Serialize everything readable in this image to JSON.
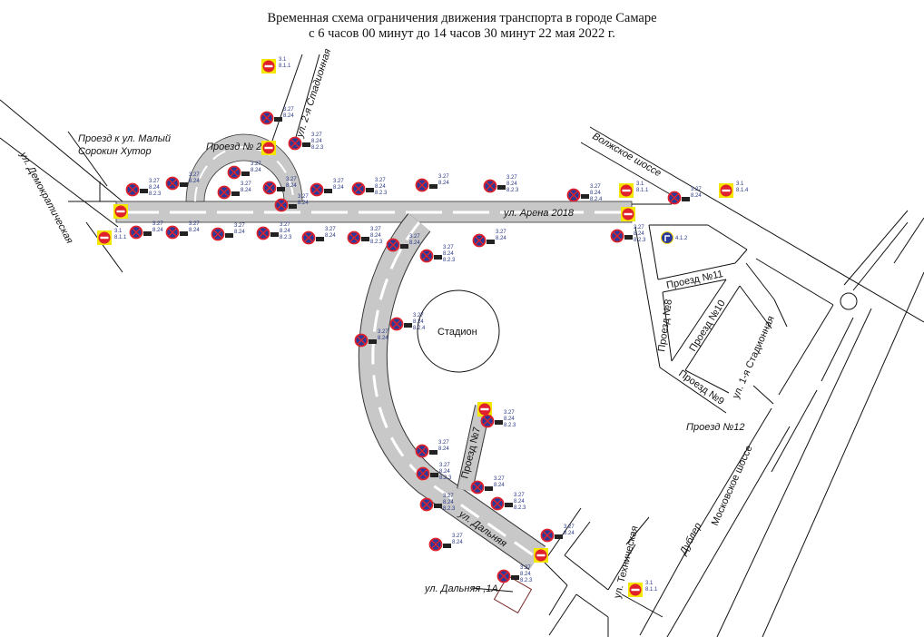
{
  "title": {
    "line1": "Временная схема ограничения движения транспорта в городе Самаре",
    "line2": "с 6 часов 00 минут до 14 часов 30 минут 22 мая 2022 г."
  },
  "streets": {
    "demokraticheskaya": "ул. Демократическая",
    "proezd_maly_1": "Проезд к ул. Малый",
    "proezd_maly_2": "Сорокин Хутор",
    "proezd2": "Проезд № 2",
    "stadionnaya2": "ул. 2-я Стадионная",
    "arena": "ул. Арена 2018",
    "volzhskoe": "Волжское шоссе",
    "stadium": "Стадион",
    "proezd11": "Проезд №11",
    "proezd10": "Проезд №10",
    "proezd8": "Проезд №8",
    "proezd9": "Проезд №9",
    "stadionnaya1": "ул. 1-я Стадионная",
    "proezd12": "Проезд №12",
    "proezd7": "Проезд №7",
    "dalnyaya": "ул. Дальняя",
    "dalnyaya1a": "ул. Дальняя ,1А",
    "tekhnicheskaya": "ул. Техническая",
    "dubler": "Дублер",
    "moskovskoe": "Московское шоссе"
  },
  "sign_codes": {
    "no_stopping": "3.27",
    "no_entry": "3.1",
    "zone": "8.24",
    "direction_both": "8.2.3",
    "direction_left": "8.2.4",
    "distance": "8.1.1",
    "distance4": "8.1.4",
    "turn_right": "4.1.2"
  },
  "colors": {
    "road": "#c8c8c8",
    "sign_red": "#e0202a",
    "sign_blue": "#2a3a9a",
    "sign_yellow": "#f5e600",
    "code_text": "#2a3a8a"
  }
}
